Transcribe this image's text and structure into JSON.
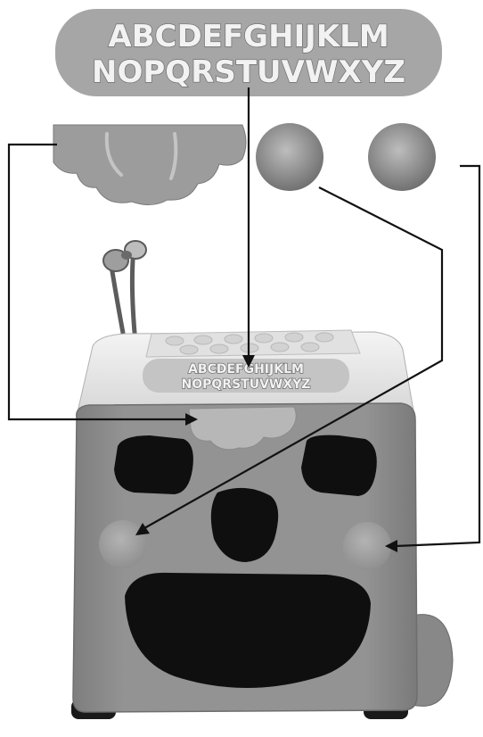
{
  "sticker_alphabet": {
    "line1": "ABCDEFGHIJKLM",
    "line2": "NOPQRSTUVWXYZ"
  },
  "toy_plate_alphabet": {
    "line1": "ABCDEFGHIJKLM",
    "line2": "NOPQRSTUVWXYZ"
  },
  "colors": {
    "sticker_fill": "#a9a9a9",
    "cube_body": "#8f8f8f",
    "cube_top": "#e9e9e9",
    "openings": "#0f0f0f",
    "leader_lines": "#111111"
  },
  "icons": [
    "nose-sticker",
    "cheek-sticker-left",
    "cheek-sticker-right",
    "alphabet-sticker",
    "shape-sorter-cube"
  ]
}
